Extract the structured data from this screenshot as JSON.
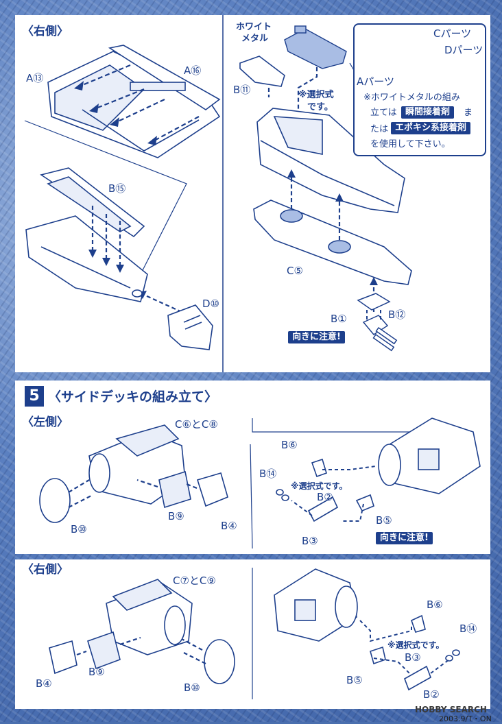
{
  "step4": {
    "right_side_heading": "〈右側〉",
    "labels": {
      "a13": "A⑬",
      "a16": "A⑯",
      "b15": "B⑮",
      "d10": "D⑩",
      "b11": "B⑪",
      "white_metal_line1": "ホワイト",
      "white_metal_line2": "メタル",
      "selectable": "※選択式",
      "desu": "です。",
      "c_parts": "Cパーツ",
      "d_parts": "Dパーツ",
      "a_parts": "Aパーツ",
      "c5": "C⑤",
      "b1": "B①",
      "b12": "B⑫"
    },
    "orientation_tag": "向きに注意!",
    "note": {
      "line1": "※ホワイトメタルの組み",
      "line2_pre": "立ては",
      "glue1": "瞬間接着剤",
      "line2_post": "ま",
      "line3_pre": "たは",
      "glue2": "エポキシ系接着剤",
      "line4": "を使用して下さい。"
    }
  },
  "step5": {
    "number": "5",
    "title": "〈サイドデッキの組み立て〉",
    "left": {
      "heading": "〈左側〉",
      "c6_c8": "C⑥とC⑧",
      "b10": "B⑩",
      "b9": "B⑨",
      "b4": "B④",
      "b6": "B⑥",
      "b14": "B⑭",
      "selectable": "※選択式です。",
      "b2": "B②",
      "b5": "B⑤",
      "b3": "B③",
      "orientation_tag": "向きに注意!"
    },
    "right": {
      "heading": "〈右側〉",
      "c7_c9": "C⑦とC⑨",
      "b4": "B④",
      "b9": "B⑨",
      "b10": "B⑩",
      "b6": "B⑥",
      "b14": "B⑭",
      "selectable": "※選択式です。",
      "b3": "B③",
      "b5": "B⑤",
      "b2": "B②"
    }
  },
  "footer": {
    "watermark": "HOBBY SEARCH",
    "copyright": "2003.9/T・ON"
  },
  "colors": {
    "ink": "#1d3f8c",
    "paper": "#ffffff",
    "background": "#4a6fae"
  }
}
